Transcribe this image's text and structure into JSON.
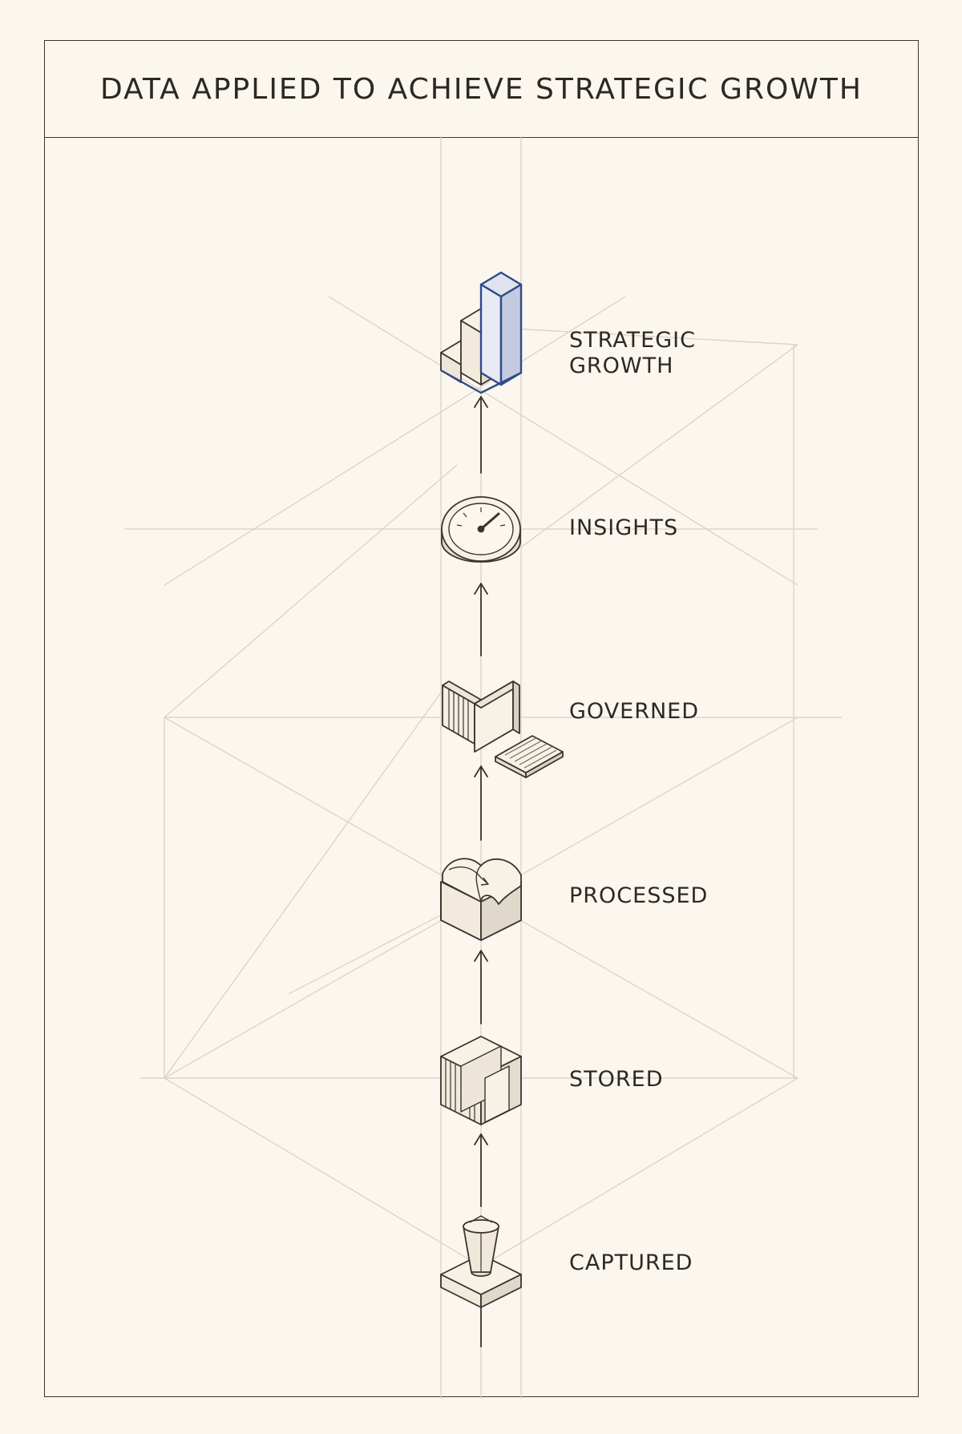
{
  "title": "DATA APPLIED TO ACHIEVE STRATEGIC GROWTH",
  "stages": [
    {
      "id": "strategic-growth",
      "label_lines": [
        "STRATEGIC",
        "GROWTH"
      ],
      "icon": "bar-chart-icon"
    },
    {
      "id": "insights",
      "label_lines": [
        "INSIGHTS"
      ],
      "icon": "gauge-icon"
    },
    {
      "id": "governed",
      "label_lines": [
        "GOVERNED"
      ],
      "icon": "gate-panels-icon"
    },
    {
      "id": "processed",
      "label_lines": [
        "PROCESSED"
      ],
      "icon": "processing-block-icon"
    },
    {
      "id": "stored",
      "label_lines": [
        "STORED"
      ],
      "icon": "storage-box-icon"
    },
    {
      "id": "captured",
      "label_lines": [
        "CAPTURED"
      ],
      "icon": "funnel-capture-icon"
    }
  ],
  "colors": {
    "background": "#fbf6ee",
    "ink": "#3a342e",
    "accent": "#2e4a8a",
    "accent_fill": "#c4cbe0",
    "guide": "#d6d0c6"
  }
}
